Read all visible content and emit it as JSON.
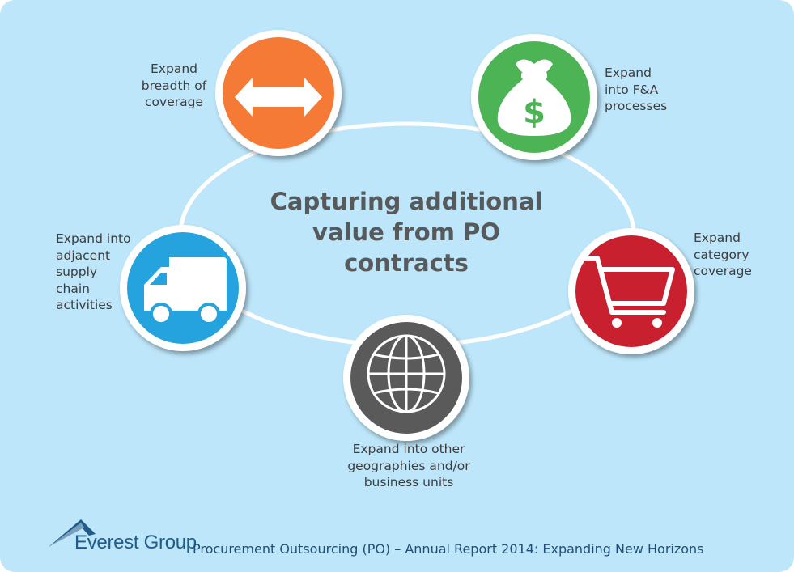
{
  "center": {
    "title_lines": [
      "Capturing additional",
      "value from PO",
      "contracts"
    ]
  },
  "nodes": {
    "breadth": {
      "label_lines": [
        "Expand",
        "breadth of",
        "coverage"
      ],
      "color": "#f47a35",
      "icon": "double-arrow-icon"
    },
    "fa": {
      "label_lines": [
        "Expand",
        "into F&A",
        "processes"
      ],
      "color": "#4db455",
      "icon": "money-bag-icon",
      "icon_glyph": "$"
    },
    "category": {
      "label_lines": [
        "Expand",
        "category",
        "coverage"
      ],
      "color": "#c8202f",
      "icon": "shopping-cart-icon"
    },
    "geographies": {
      "label_lines": [
        "Expand into other",
        "geographies and/or",
        "business units"
      ],
      "color": "#5a5a5a",
      "icon": "globe-icon"
    },
    "supply_chain": {
      "label_lines": [
        "Expand into",
        "adjacent",
        "supply",
        "chain",
        "activities"
      ],
      "color": "#25a3de",
      "icon": "delivery-truck-icon"
    }
  },
  "footer": {
    "logo_text": "Everest Group",
    "logo_icon": "mountain-logo-icon",
    "caption": "Procurement Outsourcing (PO) – Annual Report 2014: Expanding New Horizons"
  },
  "colors": {
    "background": "#bde6fa",
    "ring": "#ffffff",
    "title_text": "#58595b",
    "logo_blue": "#1f5c8a"
  }
}
